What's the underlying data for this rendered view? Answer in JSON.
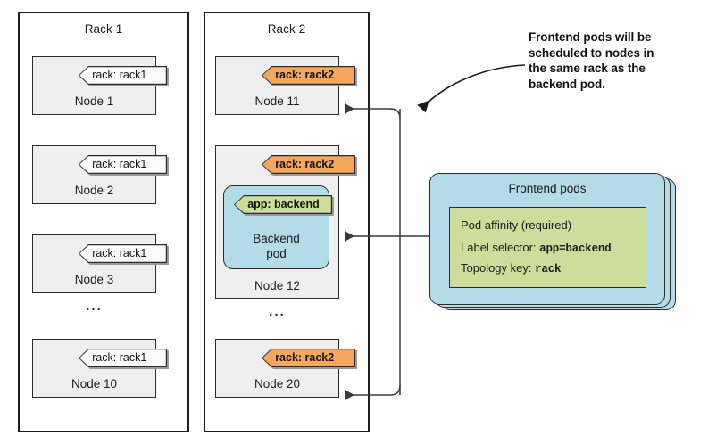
{
  "diagram": {
    "racks": [
      {
        "title": "Rack 1",
        "nodes": [
          {
            "name": "Node 1",
            "tag": "rack: rack1",
            "tag_style": "white"
          },
          {
            "name": "Node 2",
            "tag": "rack: rack1",
            "tag_style": "white"
          },
          {
            "name": "Node 3",
            "tag": "rack: rack1",
            "tag_style": "white"
          },
          {
            "name": "Node 10",
            "tag": "rack: rack1",
            "tag_style": "white"
          }
        ],
        "ellipsis": "..."
      },
      {
        "title": "Rack 2",
        "nodes": [
          {
            "name": "Node 11",
            "tag": "rack: rack2",
            "tag_style": "orange"
          },
          {
            "name": "Node 12",
            "tag": "rack: rack2",
            "tag_style": "orange"
          },
          {
            "name": "Node 20",
            "tag": "rack: rack2",
            "tag_style": "orange"
          }
        ],
        "ellipsis": "..."
      }
    ],
    "backend_pod": {
      "tag": "app: backend",
      "tag_style": "green",
      "label_line1": "Backend",
      "label_line2": "pod"
    },
    "frontend_pods": {
      "title": "Frontend pods",
      "spec_line1": "Pod affinity (required)",
      "spec_line2_label": "Label selector: ",
      "spec_line2_value": "app=backend",
      "spec_line3_label": "Topology key: ",
      "spec_line3_value": "rack"
    },
    "annotation": {
      "text": "Frontend pods will be\nscheduled to nodes in\nthe same rack as the\nbackend pod."
    },
    "colors": {
      "rack_border": "#1d1d1d",
      "node_fill": "#efefef",
      "tag_orange": "#f5a75e",
      "tag_green": "#ccdd9c",
      "pod_blue": "#b3dbe8",
      "connector": "#3a3a3a"
    }
  }
}
